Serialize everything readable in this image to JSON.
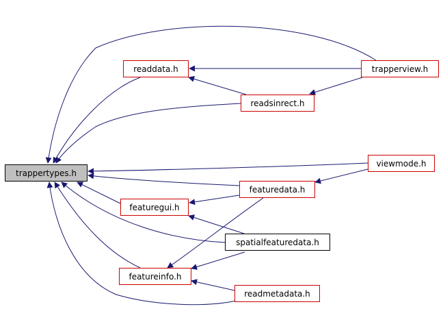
{
  "colors": {
    "edge": "#191970",
    "node_border_link": "#cc0000",
    "node_border_plain": "#000000",
    "root_fill": "#bfbfbf"
  },
  "nodes": {
    "trappertypes": "trappertypes.h",
    "readdata": "readdata.h",
    "trapperview": "trapperview.h",
    "readsinrect": "readsinrect.h",
    "viewmode": "viewmode.h",
    "featuredata": "featuredata.h",
    "featuregui": "featuregui.h",
    "spatialfeaturedata": "spatialfeaturedata.h",
    "featureinfo": "featureinfo.h",
    "readmetadata": "readmetadata.h"
  },
  "edges": [
    [
      "trapperview",
      "trappertypes"
    ],
    [
      "trapperview",
      "readdata"
    ],
    [
      "trapperview",
      "readsinrect"
    ],
    [
      "readdata",
      "trappertypes"
    ],
    [
      "readsinrect",
      "readdata"
    ],
    [
      "readsinrect",
      "trappertypes"
    ],
    [
      "viewmode",
      "trappertypes"
    ],
    [
      "viewmode",
      "featuredata"
    ],
    [
      "featuredata",
      "trappertypes"
    ],
    [
      "featuredata",
      "featuregui"
    ],
    [
      "featuredata",
      "featureinfo"
    ],
    [
      "featuregui",
      "trappertypes"
    ],
    [
      "spatialfeaturedata",
      "trappertypes"
    ],
    [
      "spatialfeaturedata",
      "featuregui"
    ],
    [
      "spatialfeaturedata",
      "featureinfo"
    ],
    [
      "featureinfo",
      "trappertypes"
    ],
    [
      "readmetadata",
      "featureinfo"
    ],
    [
      "readmetadata",
      "trappertypes"
    ]
  ]
}
